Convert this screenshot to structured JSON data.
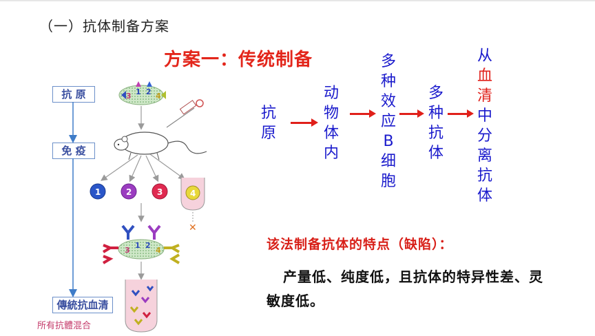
{
  "section_title": "（一）抗体制备方案",
  "scheme_title": "方案一：传统制备",
  "figure": {
    "box_antigen": "抗 原",
    "box_immunize": "免 疫",
    "box_serum": "傳統抗血清",
    "caption": "所有抗體混合",
    "cell_numbers": [
      "1",
      "2",
      "3",
      "4"
    ],
    "antigen_labels": [
      "3",
      "1",
      "2",
      "4"
    ],
    "reject_mark": "✕"
  },
  "flow": {
    "steps": [
      {
        "chars": [
          "抗",
          "原"
        ]
      },
      {
        "chars": [
          "动",
          "物",
          "体",
          "内"
        ]
      },
      {
        "chars": [
          "多",
          "种",
          "效",
          "应",
          "B",
          "细",
          "胞"
        ]
      },
      {
        "chars": [
          "多",
          "种",
          "抗",
          "体"
        ]
      },
      {
        "chars": [
          "从",
          "血",
          "清",
          "中",
          "分",
          "离",
          "抗",
          "体"
        ]
      }
    ],
    "highlight_color": "#e0201a",
    "text_color": "#1a1acc"
  },
  "feature_title": "该法制备抗体的特点（缺陷）：",
  "feature_body": "产量低、纯度低，且抗体的特异性差、灵敏度低。"
}
